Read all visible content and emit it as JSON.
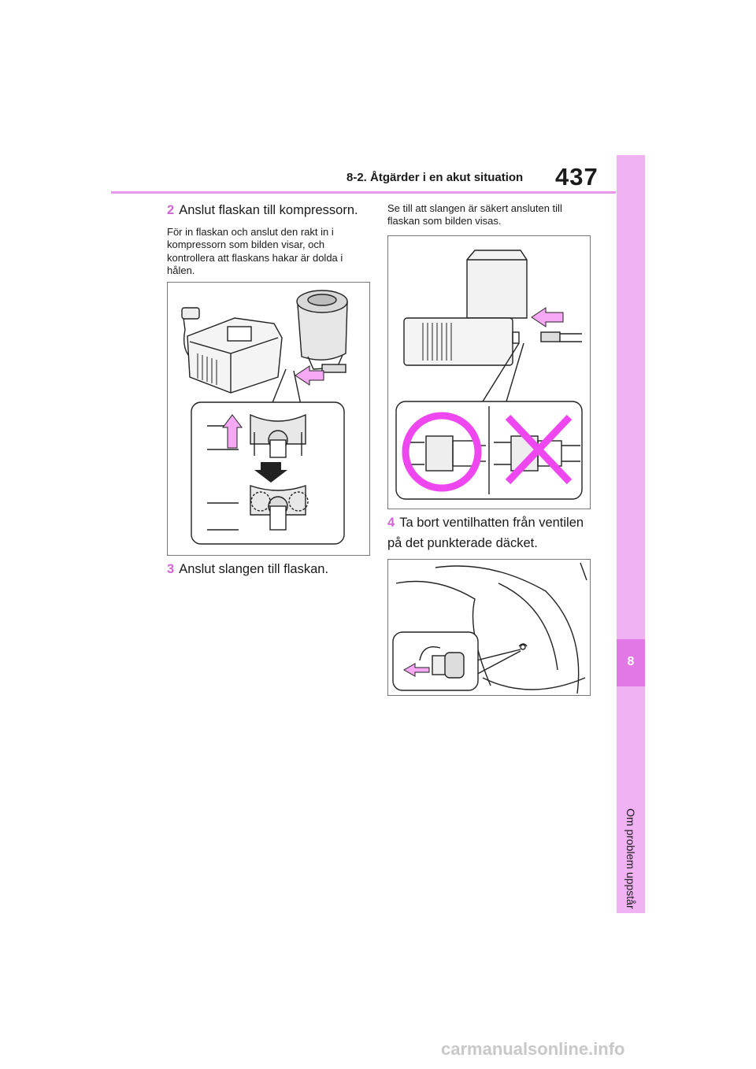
{
  "header": {
    "section_title": "8-2. Åtgärder i en akut situation",
    "page_number": "437"
  },
  "side_tab": {
    "chapter_number": "8",
    "chapter_label": "Om problem uppstår"
  },
  "left_column": {
    "step2": {
      "number": "2",
      "text": "Anslut flaskan till kompressorn."
    },
    "step2_paragraph": "För in flaskan och anslut den rakt in i kompressorn som bilden visar, och kontrollera att flaskans hakar är dolda i hålen.",
    "step3": {
      "number": "3",
      "text": "Anslut slangen till flaskan."
    }
  },
  "right_column": {
    "intro_paragraph": "Se till att slangen är säkert ansluten till flaskan som bilden visas.",
    "step4": {
      "number": "4",
      "text": "Ta bort ventilhatten från ventilen på det punkterade däcket."
    }
  },
  "watermark": "carmanualsonline.info",
  "colors": {
    "accent": "#e278e6",
    "light_accent": "#f0b2f2",
    "rule": "#e59ae9",
    "arrow": "#f7a8f5",
    "mark": "#ee47ef"
  }
}
